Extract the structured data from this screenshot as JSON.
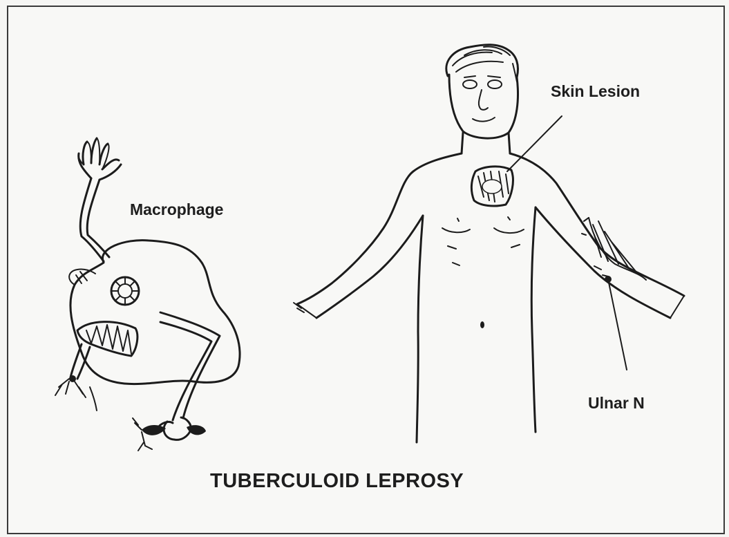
{
  "labels": {
    "macrophage": "Macrophage",
    "skin_lesion": "Skin Lesion",
    "ulnar_nerve": "Ulnar N",
    "title": "TUBERCULOID LEPROSY"
  },
  "colors": {
    "ink": "#1c1c1c",
    "paper": "#f8f8f6",
    "frame": "#3a3a3a"
  }
}
